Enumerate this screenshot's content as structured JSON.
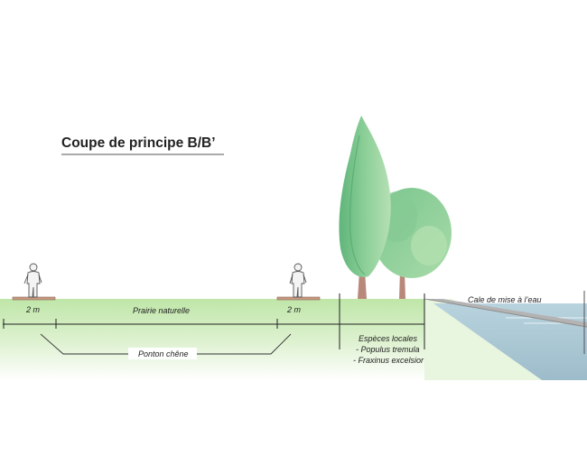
{
  "title": "Coupe de principe B/B’",
  "dimensions": {
    "left": "2 m",
    "prairie": "Prairie naturelle",
    "right": "2 m"
  },
  "ponton_label": "Ponton chêne",
  "species": {
    "heading": "Espèces locales",
    "items": [
      "- Populus tremula",
      "- Fraxinus excelsior"
    ]
  },
  "cale_label": "Cale de mise à l’eau",
  "colors": {
    "grass": "#bfe6a8",
    "water": "#a9c6d3",
    "tree_dark": "#6bbf84",
    "tree_light": "#9fd7a4",
    "trunk": "#b8897a",
    "deck": "#c79a82",
    "line": "#222222"
  }
}
